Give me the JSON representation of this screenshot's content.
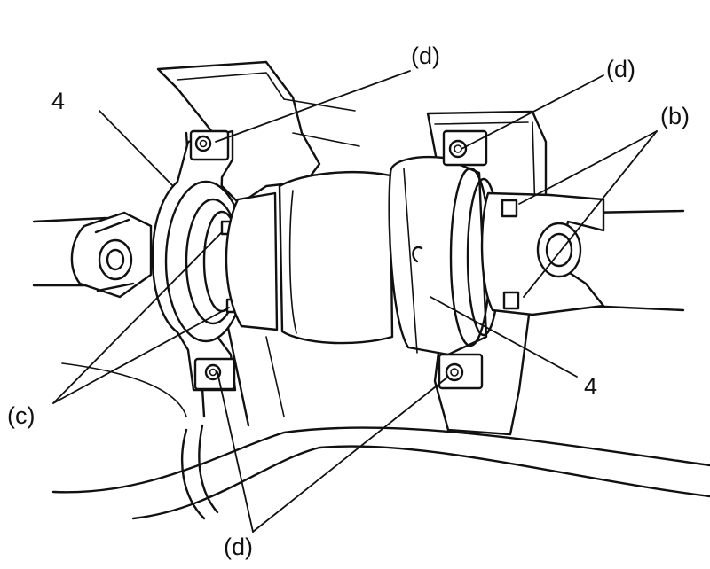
{
  "callouts": {
    "d_top_left": "(d)",
    "d_top_right": "(d)",
    "b_right": "(b)",
    "four_left": "4",
    "four_right": "4",
    "c_left": "(c)",
    "d_bottom": "(d)"
  },
  "colors": {
    "ink": "#111111",
    "paper": "#ffffff"
  }
}
